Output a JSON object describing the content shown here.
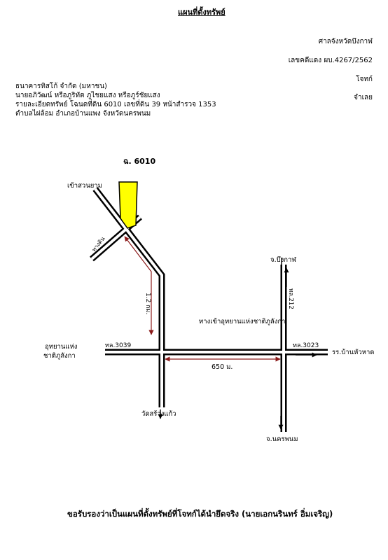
{
  "header": {
    "title": "แผนที่ตั้งทรัพย์",
    "court": "ศาลจังหวัดบึงกาฬ",
    "case_no": "เลขคดีแดง ผบ.4267/2562",
    "plaintiff_label": "โจทก์",
    "defendant_label": "จำเลย",
    "plaintiff": "ธนาคารทิสโก้ จำกัด (มหาชน)",
    "defendants": "นายอภิวัฒน์ หรือภูริทัต ภูไชยแสง หรือภูร์ชัยแสง",
    "property_detail": "รายละเอียดทรัพย์  โฉนดที่ดิน 6010 เลขที่ดิน 39 หน้าสำรวจ 1353",
    "location": "ตำบลไผ่ล้อม  อำเภอบ้านแพง  จังหวัดนครพนม"
  },
  "map": {
    "parcel_label": "ฉ. 6010",
    "parcel_color": "#ffff00",
    "labels": {
      "suan_yam": "เข้าสวนยาม",
      "small_road": "ทางดิน",
      "dist_vertical": "1.2 กม.",
      "to_bueng_kan": "จ.บึงกาฬ",
      "route_212": "ทล.212",
      "park_entrance": "ทางเข้าอุทยานแห่งชาติภูลังกา",
      "park_line1": "อุทยานแห่ง",
      "park_line2": "ชาติภูลังกา",
      "route_3039": "ทล.3039",
      "route_3023": "ทล.3023",
      "school": "รร.บ้านหัวหาด",
      "dist_horizontal": "650 ม.",
      "temple": "วัดสร้างแก้ว",
      "to_nakhon_phanom": "จ.นครพนม"
    },
    "measure_color": "#8b1a1a"
  },
  "footer": {
    "certification": "ขอรับรองว่าเป็นแผนที่ตั้งทรัพย์ที่โจทก์ได้นำยึดจริง (นายเอกนรินทร์ อิ่มเจริญ)"
  }
}
